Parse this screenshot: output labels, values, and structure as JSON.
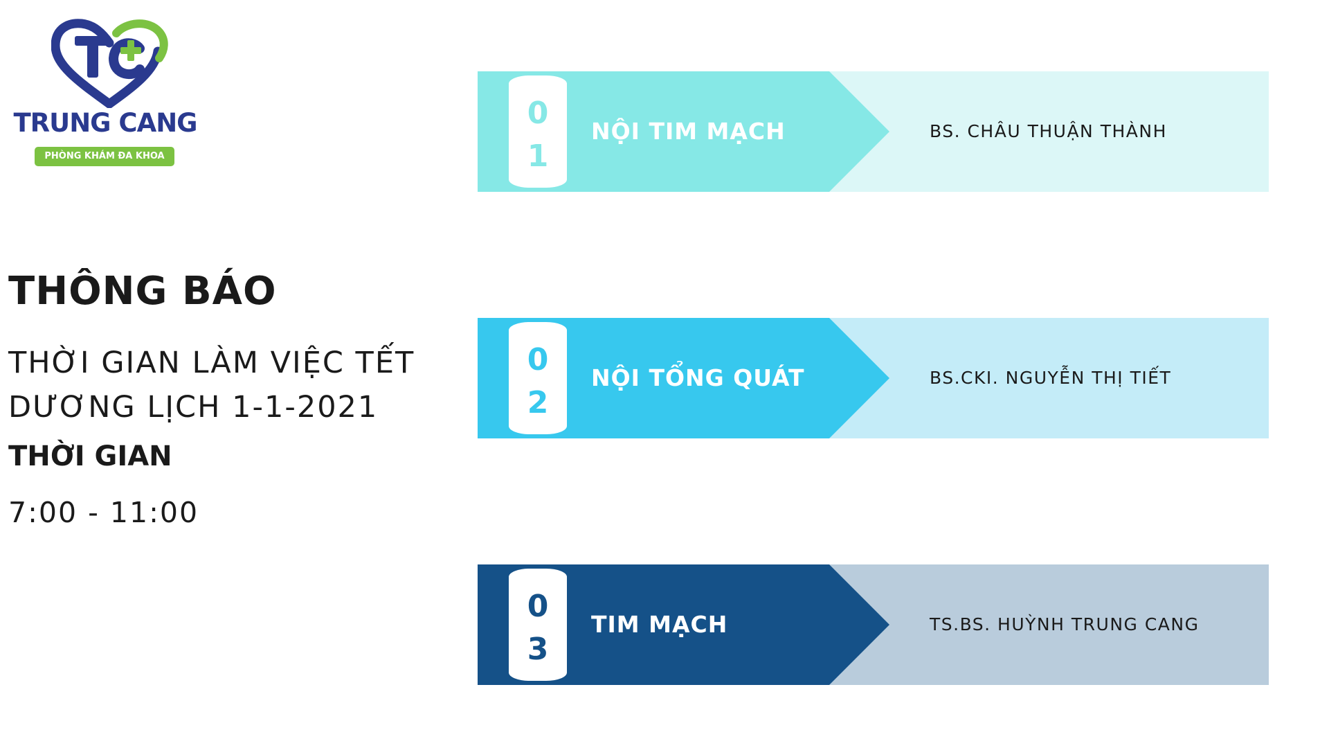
{
  "brand": {
    "name": "TRUNG CANG",
    "tagline": "PHÒNG KHÁM ĐA KHOA",
    "monogram": "TC"
  },
  "notice": {
    "title": "THÔNG BÁO",
    "subtitle_line1": "THỜI GIAN LÀM VIỆC TẾT",
    "subtitle_line2": "DƯƠNG LỊCH 1-1-2021",
    "time_label": "THỜI GIAN",
    "time_value": "7:00 - 11:00"
  },
  "schedule": [
    {
      "digit1": "0",
      "digit2": "1",
      "department": "NỘI TIM MẠCH",
      "doctor": "BS. CHÂU THUẬN THÀNH",
      "dark_color": "#86e8e6",
      "light_color": "#dcf7f7",
      "number_color": "#86e8e6"
    },
    {
      "digit1": "0",
      "digit2": "2",
      "department": "NỘI TỔNG QUÁT",
      "doctor": "BS.CKI. NGUYỄN THỊ TIẾT",
      "dark_color": "#37c8ee",
      "light_color": "#c4ecf8",
      "number_color": "#37c8ee"
    },
    {
      "digit1": "0",
      "digit2": "3",
      "department": "TIM MẠCH",
      "doctor": "TS.BS. HUỲNH TRUNG CANG",
      "dark_color": "#155188",
      "light_color": "#b9ccdc",
      "number_color": "#155188"
    }
  ],
  "colors": {
    "brand_navy": "#2a3a8f",
    "brand_green": "#7cc242",
    "text": "#1a1a1a"
  }
}
